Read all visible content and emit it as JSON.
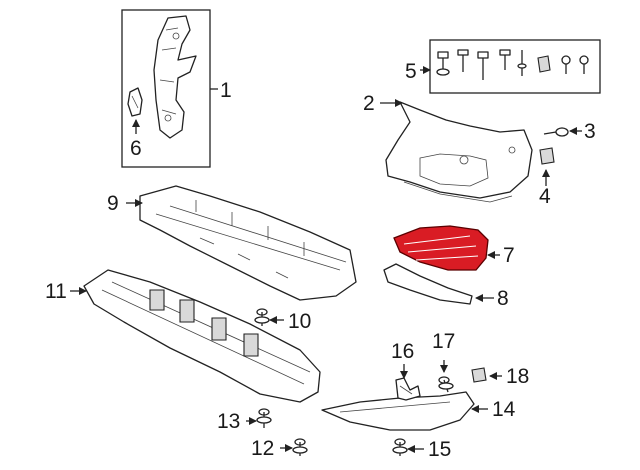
{
  "callouts": {
    "c1": "1",
    "c2": "2",
    "c3": "3",
    "c4": "4",
    "c5": "5",
    "c6": "6",
    "c7": "7",
    "c8": "8",
    "c9": "9",
    "c10": "10",
    "c11": "11",
    "c12": "12",
    "c13": "13",
    "c14": "14",
    "c15": "15",
    "c16": "16",
    "c17": "17",
    "c18": "18"
  },
  "colors": {
    "highlight_part": "#d91c24",
    "line": "#222222",
    "background": "#ffffff"
  }
}
